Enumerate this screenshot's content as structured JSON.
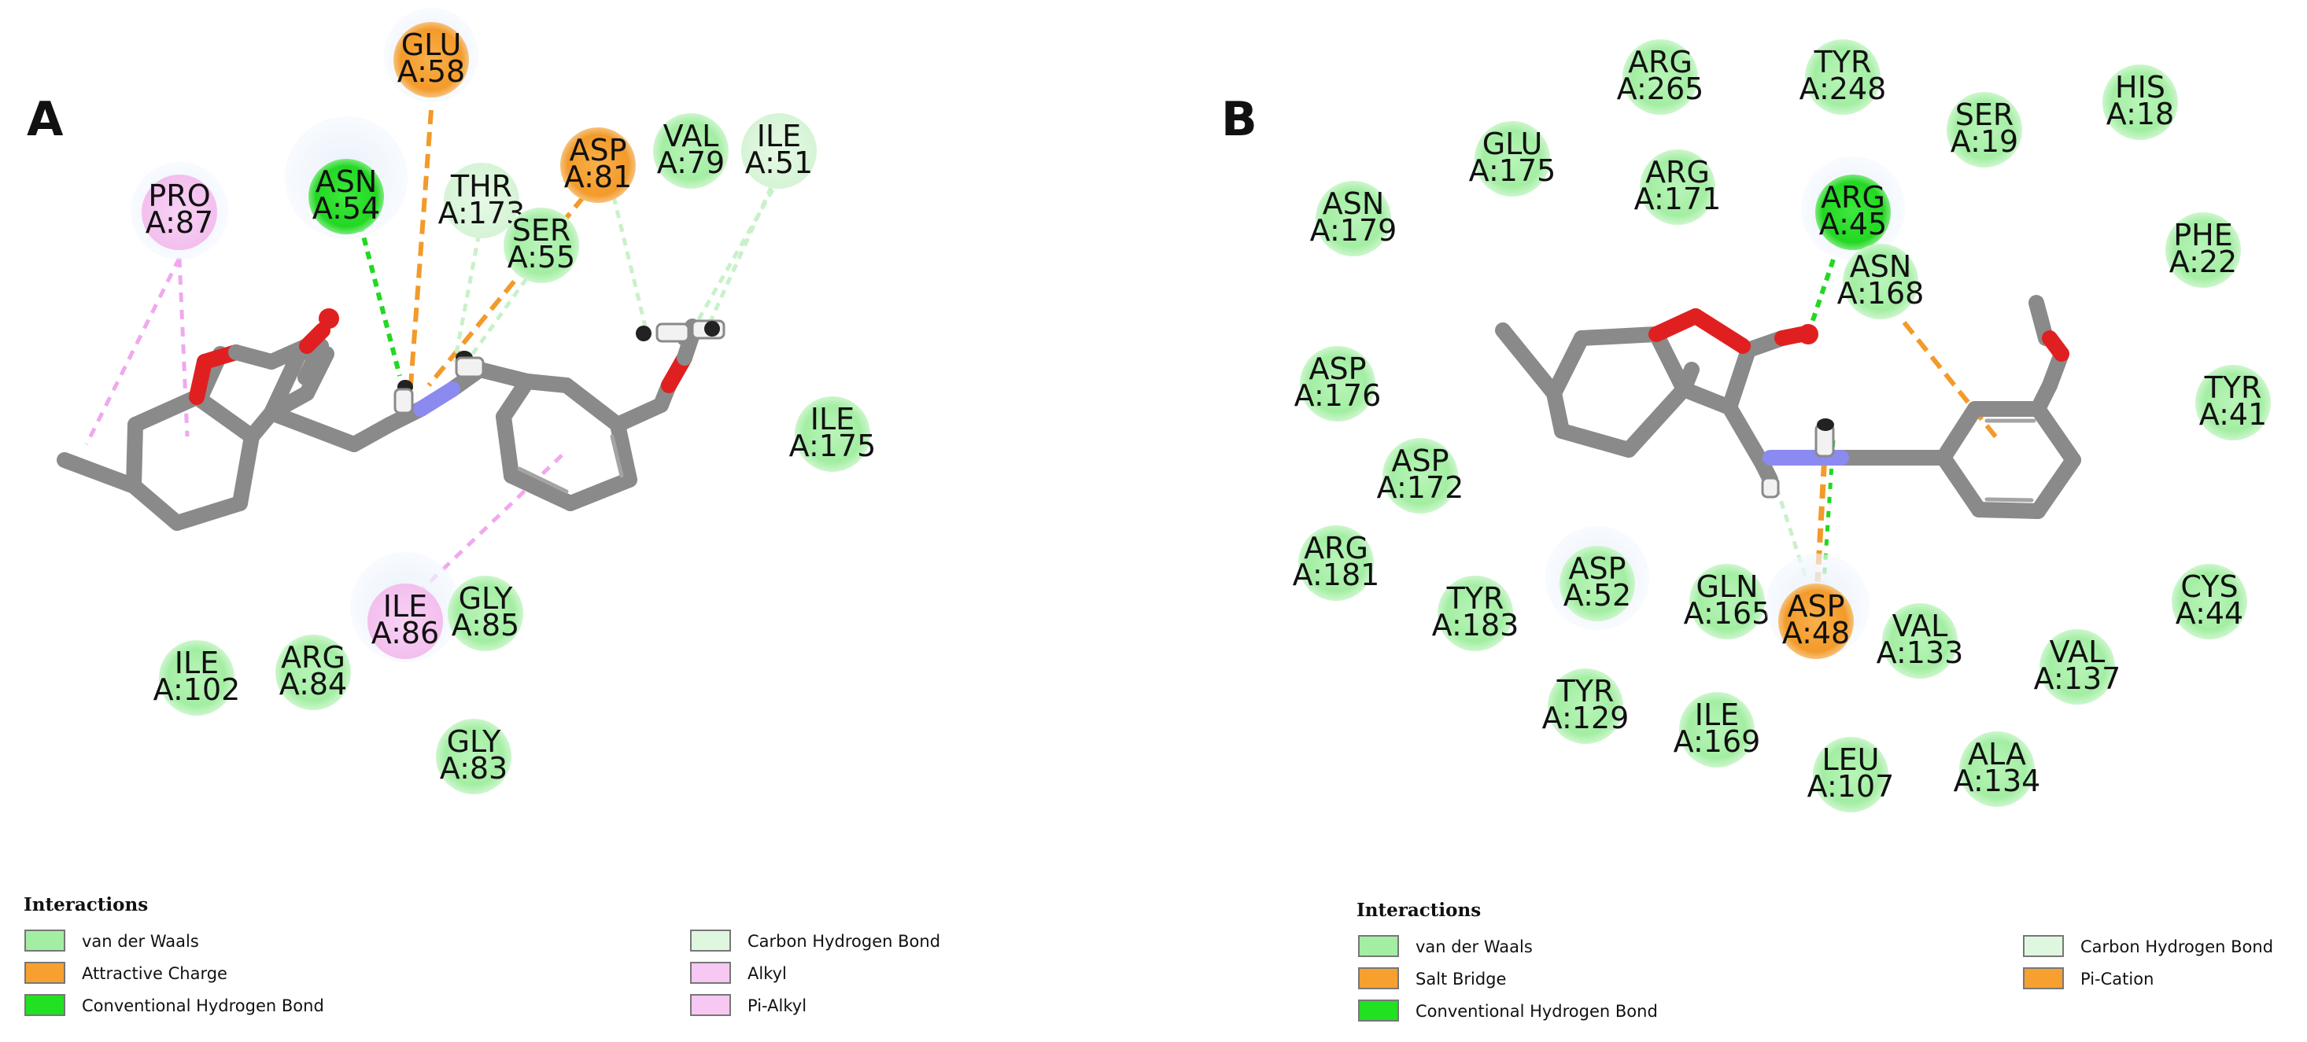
{
  "colors": {
    "vdw": "#a8f0a8",
    "vdw_border": "#7fcf7f",
    "hbond": "#29e029",
    "charge": "#f7a030",
    "carbon_h": "#dff7df",
    "alkyl": "#f6c8f2",
    "ch_line": "#c9f1c9",
    "alkyl_line": "#f0a8ee",
    "stick": "#8a8a8a",
    "oxygen": "#e02020",
    "nitrogen": "#8a8af0",
    "hydrogen": "#f2f2f2"
  },
  "panels": [
    {
      "label": "A",
      "residues": [
        {
          "id": "pro87",
          "name": "PRO",
          "num": "A:87",
          "type": "alkyl",
          "halo": true
        },
        {
          "id": "asn54",
          "name": "ASN",
          "num": "A:54",
          "type": "hbond",
          "halo": true
        },
        {
          "id": "glu58",
          "name": "GLU",
          "num": "A:58",
          "type": "charge",
          "halo": true
        },
        {
          "id": "thr173",
          "name": "THR",
          "num": "A:173",
          "type": "carbon_h",
          "halo": false
        },
        {
          "id": "ser55",
          "name": "SER",
          "num": "A:55",
          "type": "vdw",
          "halo": false
        },
        {
          "id": "asp81",
          "name": "ASP",
          "num": "A:81",
          "type": "charge",
          "halo": false
        },
        {
          "id": "val79",
          "name": "VAL",
          "num": "A:79",
          "type": "vdw",
          "halo": false
        },
        {
          "id": "ile51",
          "name": "ILE",
          "num": "A:51",
          "type": "carbon_h",
          "halo": false
        },
        {
          "id": "ile175",
          "name": "ILE",
          "num": "A:175",
          "type": "vdw",
          "halo": false
        },
        {
          "id": "ile86",
          "name": "ILE",
          "num": "A:86",
          "type": "alkyl",
          "halo": true
        },
        {
          "id": "gly85",
          "name": "GLY",
          "num": "A:85",
          "type": "vdw",
          "halo": false
        },
        {
          "id": "ile102",
          "name": "ILE",
          "num": "A:102",
          "type": "vdw",
          "halo": false
        },
        {
          "id": "arg84",
          "name": "ARG",
          "num": "A:84",
          "type": "vdw",
          "halo": false
        },
        {
          "id": "gly83",
          "name": "GLY",
          "num": "A:83",
          "type": "vdw",
          "halo": false
        }
      ],
      "legend": {
        "title": "Interactions",
        "items": [
          {
            "label": "van der Waals",
            "type": "vdw"
          },
          {
            "label": "Attractive Charge",
            "type": "charge"
          },
          {
            "label": "Conventional Hydrogen Bond",
            "type": "hbond"
          },
          {
            "label": "Carbon Hydrogen Bond",
            "type": "carbon_h"
          },
          {
            "label": "Alkyl",
            "type": "alkyl"
          },
          {
            "label": "Pi-Alkyl",
            "type": "alkyl"
          }
        ]
      }
    },
    {
      "label": "B",
      "residues": [
        {
          "id": "arg265",
          "name": "ARG",
          "num": "A:265",
          "type": "vdw",
          "halo": false
        },
        {
          "id": "tyr248",
          "name": "TYR",
          "num": "A:248",
          "type": "vdw",
          "halo": false
        },
        {
          "id": "his18",
          "name": "HIS",
          "num": "A:18",
          "type": "vdw",
          "halo": false
        },
        {
          "id": "glu175",
          "name": "GLU",
          "num": "A:175",
          "type": "vdw",
          "halo": false
        },
        {
          "id": "ser19",
          "name": "SER",
          "num": "A:19",
          "type": "vdw",
          "halo": false
        },
        {
          "id": "arg171",
          "name": "ARG",
          "num": "A:171",
          "type": "vdw",
          "halo": false
        },
        {
          "id": "asn179",
          "name": "ASN",
          "num": "A:179",
          "type": "vdw",
          "halo": false
        },
        {
          "id": "arg45",
          "name": "ARG",
          "num": "A:45",
          "type": "hbond",
          "halo": true
        },
        {
          "id": "phe22",
          "name": "PHE",
          "num": "A:22",
          "type": "vdw",
          "halo": false
        },
        {
          "id": "asn168",
          "name": "ASN",
          "num": "A:168",
          "type": "vdw",
          "halo": false
        },
        {
          "id": "asp176",
          "name": "ASP",
          "num": "A:176",
          "type": "vdw",
          "halo": false
        },
        {
          "id": "tyr41",
          "name": "TYR",
          "num": "A:41",
          "type": "vdw",
          "halo": false
        },
        {
          "id": "asp172",
          "name": "ASP",
          "num": "A:172",
          "type": "vdw",
          "halo": false
        },
        {
          "id": "arg181",
          "name": "ARG",
          "num": "A:181",
          "type": "vdw",
          "halo": false
        },
        {
          "id": "asp52",
          "name": "ASP",
          "num": "A:52",
          "type": "vdw",
          "halo": true
        },
        {
          "id": "tyr183",
          "name": "TYR",
          "num": "A:183",
          "type": "vdw",
          "halo": false
        },
        {
          "id": "gln165",
          "name": "GLN",
          "num": "A:165",
          "type": "vdw",
          "halo": false
        },
        {
          "id": "asp48",
          "name": "ASP",
          "num": "A:48",
          "type": "charge",
          "halo": true
        },
        {
          "id": "val133",
          "name": "VAL",
          "num": "A:133",
          "type": "vdw",
          "halo": false
        },
        {
          "id": "val137",
          "name": "VAL",
          "num": "A:137",
          "type": "vdw",
          "halo": false
        },
        {
          "id": "cys44",
          "name": "CYS",
          "num": "A:44",
          "type": "vdw",
          "halo": false
        },
        {
          "id": "tyr129",
          "name": "TYR",
          "num": "A:129",
          "type": "vdw",
          "halo": false
        },
        {
          "id": "ile169",
          "name": "ILE",
          "num": "A:169",
          "type": "vdw",
          "halo": false
        },
        {
          "id": "leu107",
          "name": "LEU",
          "num": "A:107",
          "type": "vdw",
          "halo": false
        },
        {
          "id": "ala134",
          "name": "ALA",
          "num": "A:134",
          "type": "vdw",
          "halo": false
        }
      ],
      "legend": {
        "title": "Interactions",
        "items": [
          {
            "label": "van der Waals",
            "type": "vdw"
          },
          {
            "label": "Salt Bridge",
            "type": "charge"
          },
          {
            "label": "Conventional Hydrogen Bond",
            "type": "hbond"
          },
          {
            "label": "Carbon Hydrogen Bond",
            "type": "carbon_h"
          },
          {
            "label": "Pi-Cation",
            "type": "charge"
          }
        ]
      }
    }
  ]
}
